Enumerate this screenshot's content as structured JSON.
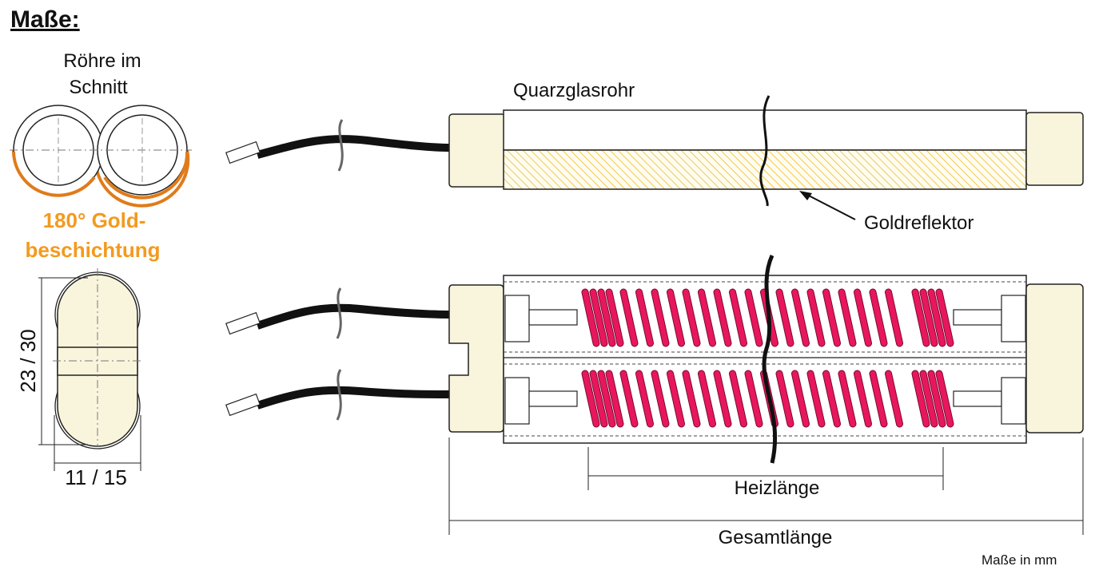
{
  "title": "Maße:",
  "cross_section": {
    "label_line1": "Röhre im",
    "label_line2": "Schnitt"
  },
  "coating": {
    "label_line1": "180° Gold-",
    "label_line2": "beschichtung"
  },
  "dimensions": {
    "height": "23 / 30",
    "width": "11 / 15"
  },
  "tube_top": {
    "quartz_label": "Quarzglasrohr",
    "reflector_label": "Goldreflektor"
  },
  "tube_bottom": {
    "heating_length_label": "Heizlänge",
    "total_length_label": "Gesamtlänge"
  },
  "units_note": "Maße in mm",
  "colors": {
    "gold_coating": "#E07B1A",
    "coating_text": "#F39A1E",
    "ceramic_cap": "#F8F5DC",
    "reflector_hatch": "#F2C84B",
    "heating_coil": "#E8175D",
    "cable": "#111111"
  }
}
